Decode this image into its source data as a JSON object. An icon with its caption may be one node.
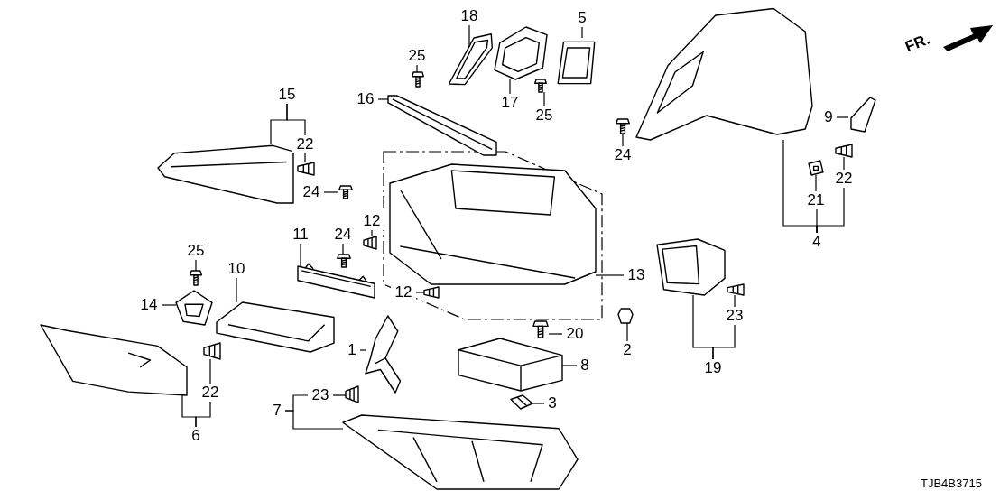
{
  "diagram": {
    "nodes": [
      {
        "text": [
          "18"
        ]
      },
      {
        "text": [
          "5"
        ]
      },
      {
        "text": [
          "25"
        ]
      },
      {
        "text": [
          "16"
        ]
      },
      {
        "text": [
          "15"
        ]
      },
      {
        "text": [
          "17"
        ]
      },
      {
        "text": [
          "25"
        ]
      },
      {
        "text": [
          "9"
        ]
      },
      {
        "text": [
          "22"
        ]
      },
      {
        "text": [
          "24"
        ]
      },
      {
        "text": [
          "22"
        ]
      },
      {
        "text": [
          "24"
        ]
      },
      {
        "text": [
          "21"
        ]
      },
      {
        "text": [
          "12"
        ]
      },
      {
        "text": [
          "24"
        ]
      },
      {
        "text": [
          "11"
        ]
      },
      {
        "text": [
          "4"
        ]
      },
      {
        "text": [
          "25"
        ]
      },
      {
        "text": [
          "10"
        ]
      },
      {
        "text": [
          "13"
        ]
      },
      {
        "text": [
          "12"
        ]
      },
      {
        "text": [
          "14"
        ]
      },
      {
        "text": [
          "23"
        ]
      },
      {
        "text": [
          "20"
        ]
      },
      {
        "text": [
          "2"
        ]
      },
      {
        "text": [
          "1"
        ]
      },
      {
        "text": [
          "19"
        ]
      },
      {
        "text": [
          "8"
        ]
      },
      {
        "text": [
          "22"
        ]
      },
      {
        "text": [
          "23"
        ]
      },
      {
        "text": [
          "3"
        ]
      },
      {
        "text": [
          "7"
        ]
      },
      {
        "text": [
          "6"
        ]
      },
      {
        "text": [],
        "shape": "picture"
      },
      {
        "text": [],
        "shape": "picture"
      },
      {
        "text": [],
        "shape": "picture"
      },
      {
        "text": [],
        "shape": "picture"
      },
      {
        "text": [],
        "shape": "picture"
      },
      {
        "text": [],
        "shape": "picture"
      },
      {
        "text": [],
        "shape": "picture"
      },
      {
        "text": [],
        "shape": "picture"
      },
      {
        "text": [],
        "shape": "picture"
      },
      {
        "text": [],
        "shape": "picture"
      },
      {
        "text": [],
        "shape": "picture"
      },
      {
        "text": [],
        "shape": "picture"
      },
      {
        "text": [],
        "shape": "picture"
      },
      {
        "text": [],
        "shape": "picture"
      },
      {
        "text": [],
        "shape": "picture"
      },
      {
        "text": [],
        "shape": "picture"
      },
      {
        "text": [],
        "shape": "picture"
      },
      {
        "text": [],
        "shape": "picture"
      },
      {
        "text": [],
        "shape": "picture"
      },
      {
        "text": [],
        "shape": "picture"
      },
      {
        "text": [],
        "shape": "picture"
      },
      {
        "text": [],
        "shape": "picture"
      },
      {
        "text": [],
        "shape": "picture"
      },
      {
        "text": [],
        "shape": "picture"
      },
      {
        "text": [],
        "shape": "picture"
      },
      {
        "text": [],
        "shape": "picture"
      },
      {
        "text": [],
        "shape": "picture"
      },
      {
        "text": [],
        "shape": "picture"
      },
      {
        "text": [],
        "shape": "picture"
      },
      {
        "text": [],
        "shape": "picture"
      },
      {
        "text": [],
        "shape": "picture"
      },
      {
        "text": [],
        "shape": "picture"
      },
      {
        "text": [],
        "shape": "picture"
      }
    ],
    "edges": [
      {
        "from": 0,
        "to": 33,
        "arrow": "none"
      },
      {
        "from": 1,
        "to": 34,
        "arrow": "none"
      },
      {
        "from": 2,
        "to": 35,
        "arrow": "none"
      },
      {
        "from": 3,
        "to": 36,
        "arrow": "none"
      },
      {
        "from": 4,
        "to": 37,
        "arrow": "none"
      },
      {
        "from": 4,
        "to": 8,
        "arrow": "none"
      },
      {
        "from": 5,
        "to": 38,
        "arrow": "none"
      },
      {
        "from": 6,
        "to": 39,
        "arrow": "none"
      },
      {
        "from": 7,
        "to": 40,
        "arrow": "none"
      },
      {
        "from": 8,
        "to": 41,
        "arrow": "none"
      },
      {
        "from": 9,
        "to": 42,
        "arrow": "none"
      },
      {
        "from": 10,
        "to": 43,
        "arrow": "none"
      },
      {
        "from": 11,
        "to": 44,
        "arrow": "none"
      },
      {
        "from": 12,
        "to": 45,
        "arrow": "none"
      },
      {
        "from": 13,
        "to": 47,
        "arrow": "none"
      },
      {
        "from": 14,
        "to": 48,
        "arrow": "none"
      },
      {
        "from": 15,
        "to": 49,
        "arrow": "none"
      },
      {
        "from": 16,
        "to": 46,
        "arrow": "none"
      },
      {
        "from": 16,
        "to": 10,
        "arrow": "none"
      },
      {
        "from": 16,
        "to": 12,
        "arrow": "none"
      },
      {
        "from": 17,
        "to": 50,
        "arrow": "none"
      },
      {
        "from": 18,
        "to": 51,
        "arrow": "none"
      },
      {
        "from": 19,
        "to": 52,
        "arrow": "none"
      },
      {
        "from": 20,
        "to": 53,
        "arrow": "none"
      },
      {
        "from": 21,
        "to": 54,
        "arrow": "none"
      },
      {
        "from": 22,
        "to": 55,
        "arrow": "none"
      },
      {
        "from": 23,
        "to": 56,
        "arrow": "none"
      },
      {
        "from": 24,
        "to": 57,
        "arrow": "none"
      },
      {
        "from": 25,
        "to": 58,
        "arrow": "none"
      },
      {
        "from": 26,
        "to": 59,
        "arrow": "none"
      },
      {
        "from": 26,
        "to": 22,
        "arrow": "none"
      },
      {
        "from": 27,
        "to": 60,
        "arrow": "none"
      },
      {
        "from": 28,
        "to": 61,
        "arrow": "none"
      },
      {
        "from": 29,
        "to": 62,
        "arrow": "none"
      },
      {
        "from": 30,
        "to": 63,
        "arrow": "none"
      },
      {
        "from": 31,
        "to": 64,
        "arrow": "none"
      },
      {
        "from": 31,
        "to": 29,
        "arrow": "none"
      },
      {
        "from": 32,
        "to": 65,
        "arrow": "none"
      },
      {
        "from": 32,
        "to": 28,
        "arrow": "none"
      }
    ],
    "labels": [
      "FR.",
      "TJB4B3715"
    ]
  }
}
